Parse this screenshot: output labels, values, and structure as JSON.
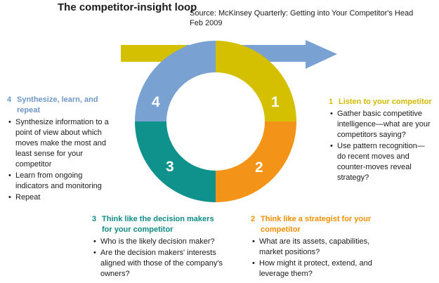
{
  "title": "The competitor-insight loop",
  "source_line1": "Source: McKinsey Quarterly: Getting into Your Competitor's Head",
  "source_line2": "Feb 2009",
  "colors": {
    "yellow": "#d4bf00",
    "orange": "#f39418",
    "teal": "#0f928c",
    "blue": "#79a2d3"
  },
  "segments": [
    {
      "number": "1",
      "heading": "Listen to your competitor",
      "bullets": [
        "Gather basic competitive intelligence—what are your competitors saying?",
        "Use pattern recognition— do recent moves and counter-moves reveal strategy?"
      ]
    },
    {
      "number": "2",
      "heading": "Think like a strategist for your competitor",
      "bullets": [
        "What are its assets, capabilities, market positions?",
        "How might it protect, extend, and leverage them?"
      ]
    },
    {
      "number": "3",
      "heading": "Think like the decision makers for your competitor",
      "bullets": [
        "Who is the likely decision maker?",
        "Are the decision makers' interests aligned with those of the company's owners?"
      ]
    },
    {
      "number": "4",
      "heading": "Synthesize, learn, and repeat",
      "bullets": [
        "Synthesize information to a point of view about which moves make the most and least sense for your competitor",
        "Learn from ongoing indicators and monitoring",
        "Repeat"
      ]
    }
  ]
}
